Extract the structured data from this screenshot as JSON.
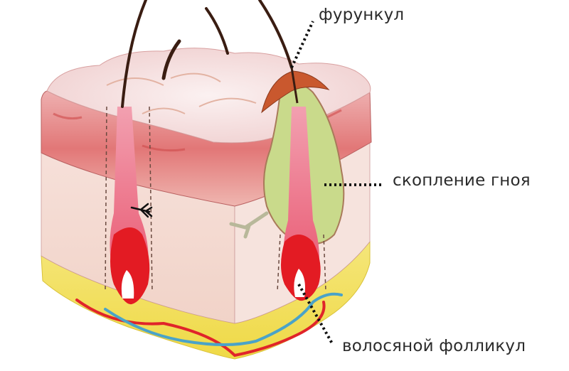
{
  "diagram": {
    "type": "anatomical-illustration",
    "subject": "skin cross-section with furuncle",
    "labels": {
      "furuncle": "фурункул",
      "pus_accumulation": "скопление гноя",
      "hair_follicle": "волосяной фолликул"
    },
    "colors": {
      "epidermis_top": "#f6e4e4",
      "epidermis_band": "#e89a9a",
      "dermis": "#f4dcd6",
      "fat_layer": "#f2df5a",
      "follicle_bulb": "#e31b23",
      "follicle_shaft": "#e8607a",
      "pus": "#c8d98a",
      "hair": "#3a1d12",
      "artery": "#e0242a",
      "vein": "#4aa3c8",
      "leader_dots": "#111111",
      "label_text": "#2b2b2b"
    }
  }
}
